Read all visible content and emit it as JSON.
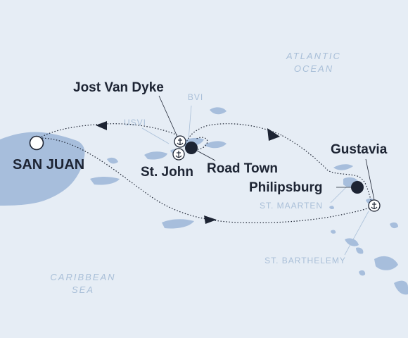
{
  "regions": {
    "atlantic_line1": "ATLANTIC",
    "atlantic_line2": "OCEAN",
    "caribbean_line1": "CARIBBEAN",
    "caribbean_line2": "SEA",
    "bvi": "BVI",
    "usvi": "USVI",
    "st_maarten": "ST. MAARTEN",
    "st_barthelemy": "ST. BARTHELEMY"
  },
  "ports": {
    "san_juan": "SAN JUAN",
    "jost_van_dyke": "Jost Van Dyke",
    "st_john": "St. John",
    "road_town": "Road Town",
    "gustavia": "Gustavia",
    "philipsburg": "Philipsburg"
  },
  "icons": {
    "anchor": "anchor-icon",
    "port_marker": "port-dot-icon",
    "start_marker": "start-circle-icon",
    "direction": "route-arrow-icon"
  },
  "colors": {
    "sea": "#e6edf5",
    "land": "#a7bedc",
    "route": "#1d2433",
    "region_label": "#a9bfd8"
  }
}
